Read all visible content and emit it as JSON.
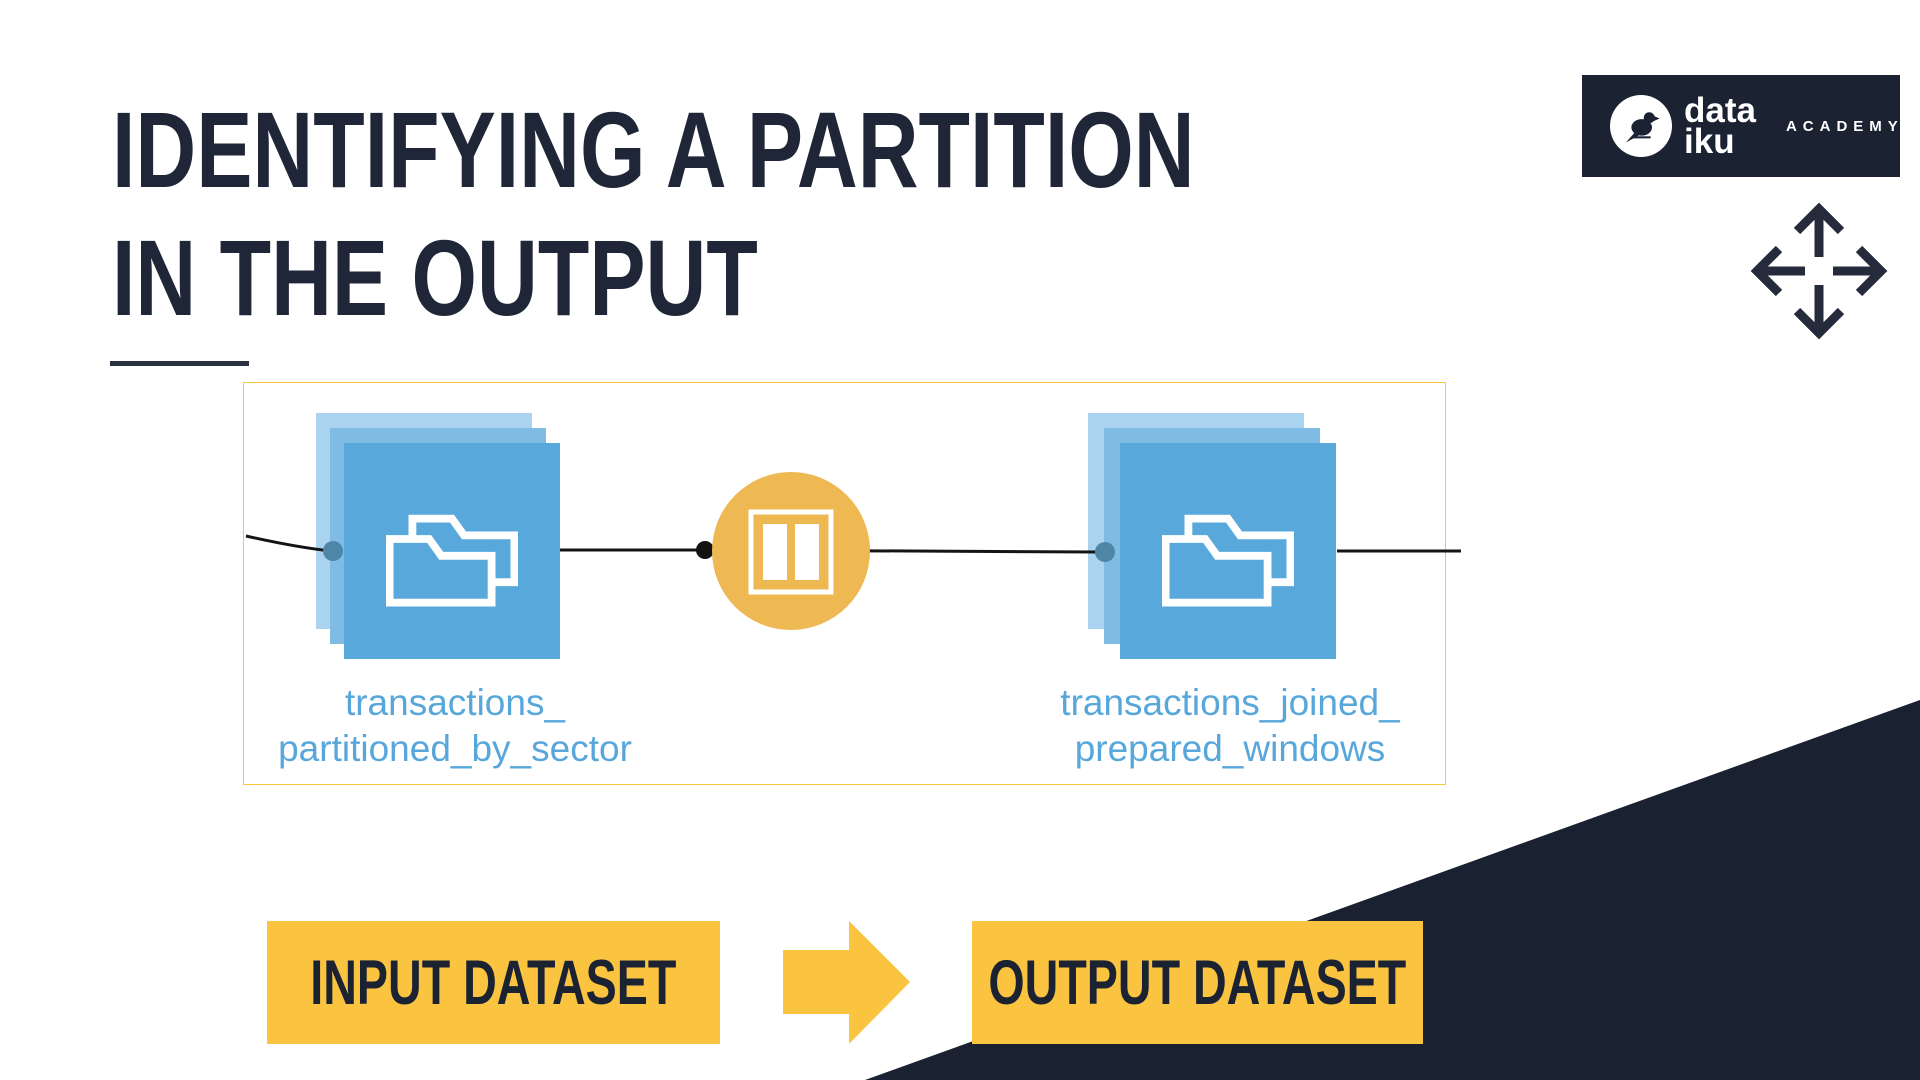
{
  "title": {
    "line1": "IDENTIFYING A PARTITION",
    "line2": "IN THE OUTPUT"
  },
  "logo": {
    "brand_top": "data",
    "brand_bottom": "iku",
    "tagline": "ACADEMY"
  },
  "flow": {
    "input_dataset": {
      "name_line1": "transactions_",
      "name_line2": "partitioned_by_sector"
    },
    "recipe": {
      "icon": "partition-recipe-icon"
    },
    "output_dataset": {
      "name_line1": "transactions_joined_",
      "name_line2": "prepared_windows"
    }
  },
  "legend": {
    "input_label": "INPUT DATASET",
    "output_label": "OUTPUT DATASET"
  },
  "icons": {
    "logo_bird": "bird-icon",
    "move": "move-arrows-icon",
    "dataset": "folder-icon"
  },
  "colors": {
    "navy": "#1a2130",
    "title_text": "#1f2637",
    "yellow": "#fbc440",
    "panel_border": "#fcc63e",
    "recipe_yellow": "#eeb852",
    "dataset_blue": "#58a8dc",
    "dataset_blue_mid": "#7fbce3",
    "dataset_blue_light": "#a9d3ee",
    "connector_teal": "#4e86a6",
    "label_blue": "#58a7db",
    "connector_line": "#141414"
  }
}
